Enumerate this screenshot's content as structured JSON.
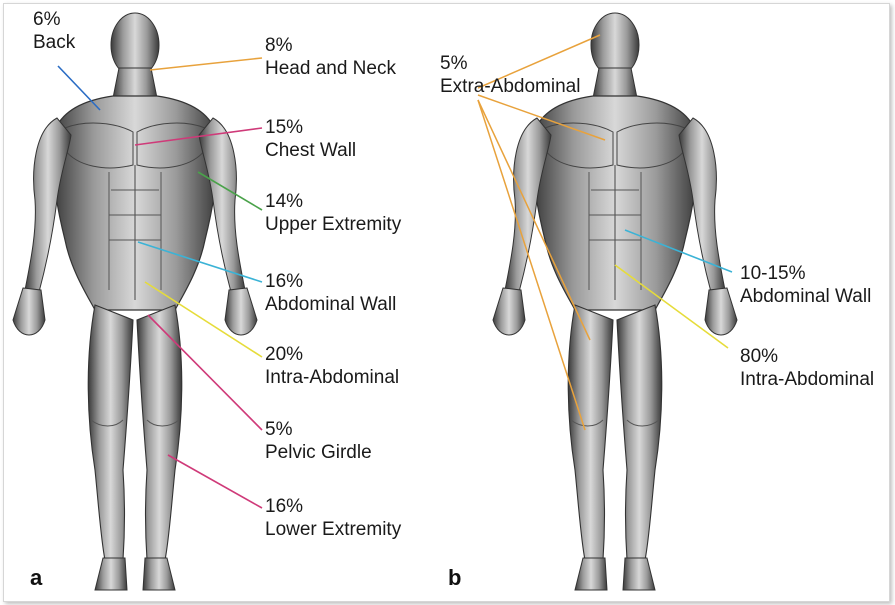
{
  "colors": {
    "orange": "#e8a23c",
    "blue": "#2a6cc4",
    "magenta": "#cf3a79",
    "green": "#4aa24a",
    "lightblue": "#3bb3d6",
    "yellow": "#e6dc3a"
  },
  "panels": [
    {
      "id": "a",
      "letter": "a",
      "labels": [
        {
          "pct": "6%",
          "name": "Back",
          "color": "blue"
        },
        {
          "pct": "8%",
          "name": "Head and Neck",
          "color": "orange"
        },
        {
          "pct": "15%",
          "name": "Chest Wall",
          "color": "magenta"
        },
        {
          "pct": "14%",
          "name": "Upper Extremity",
          "color": "green"
        },
        {
          "pct": "16%",
          "name": "Abdominal Wall",
          "color": "lightblue"
        },
        {
          "pct": "20%",
          "name": "Intra-Abdominal",
          "color": "yellow"
        },
        {
          "pct": "5%",
          "name": "Pelvic Girdle",
          "color": "magenta"
        },
        {
          "pct": "16%",
          "name": "Lower Extremity",
          "color": "magenta"
        }
      ]
    },
    {
      "id": "b",
      "letter": "b",
      "labels": [
        {
          "pct": "5%",
          "name": "Extra-Abdominal",
          "color": "orange"
        },
        {
          "pct": "10-15%",
          "name": "Abdominal Wall",
          "color": "lightblue"
        },
        {
          "pct": "80%",
          "name": "Intra-Abdominal",
          "color": "yellow"
        }
      ]
    }
  ]
}
